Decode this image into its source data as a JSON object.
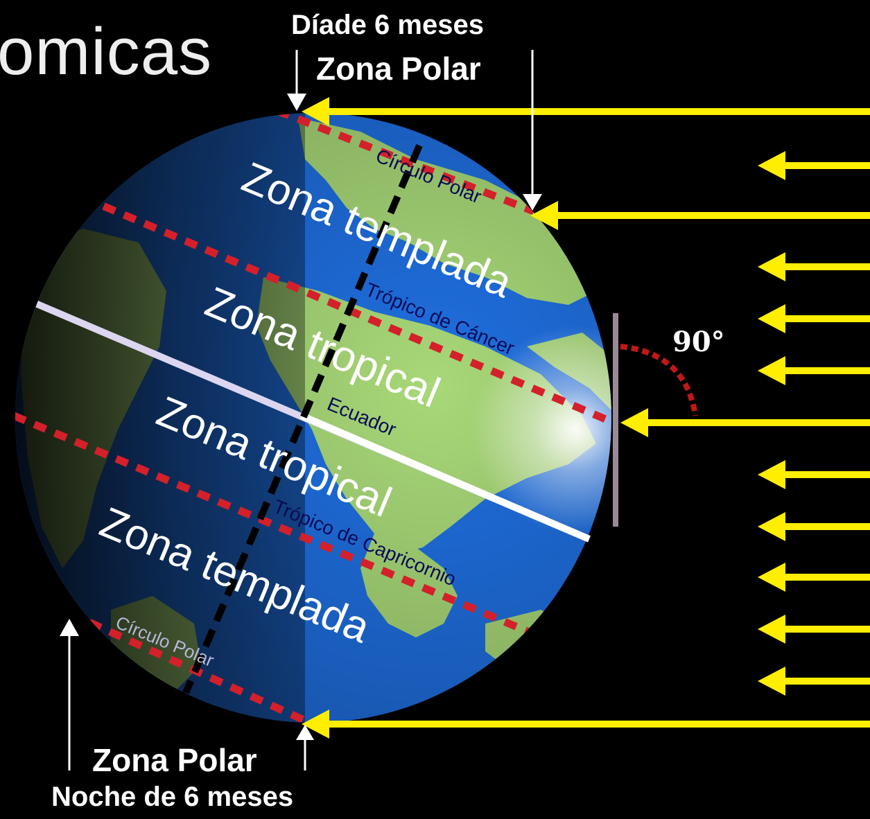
{
  "title_partial": "omicas",
  "top": {
    "caption": "Díade 6 meses",
    "zone": "Zona Polar"
  },
  "bottom": {
    "zone": "Zona Polar",
    "caption": "Noche de 6 meses"
  },
  "angle": "90°",
  "zones": {
    "templada_north": "Zona templada",
    "tropical_north": "Zona tropical",
    "tropical_south": "Zona tropical",
    "templada_south": "Zona templada"
  },
  "lines": {
    "circulo_polar_north": "Círculo Polar",
    "tropico_cancer": "Trópico de Cáncer",
    "ecuador": "Ecuador",
    "tropico_capricornio": "Trópico de Capricornio",
    "circulo_polar_south": "Círculo Polar"
  },
  "colors": {
    "background": "#000000",
    "sunray": "#ffee00",
    "ocean": "#1f6fe0",
    "land": "#a8d878",
    "tropic_line": "#d4202a",
    "night_shade": "#000000"
  },
  "icons": {
    "sun_ray": "left-arrow-icon",
    "pointer": "white-arrow-icon"
  }
}
